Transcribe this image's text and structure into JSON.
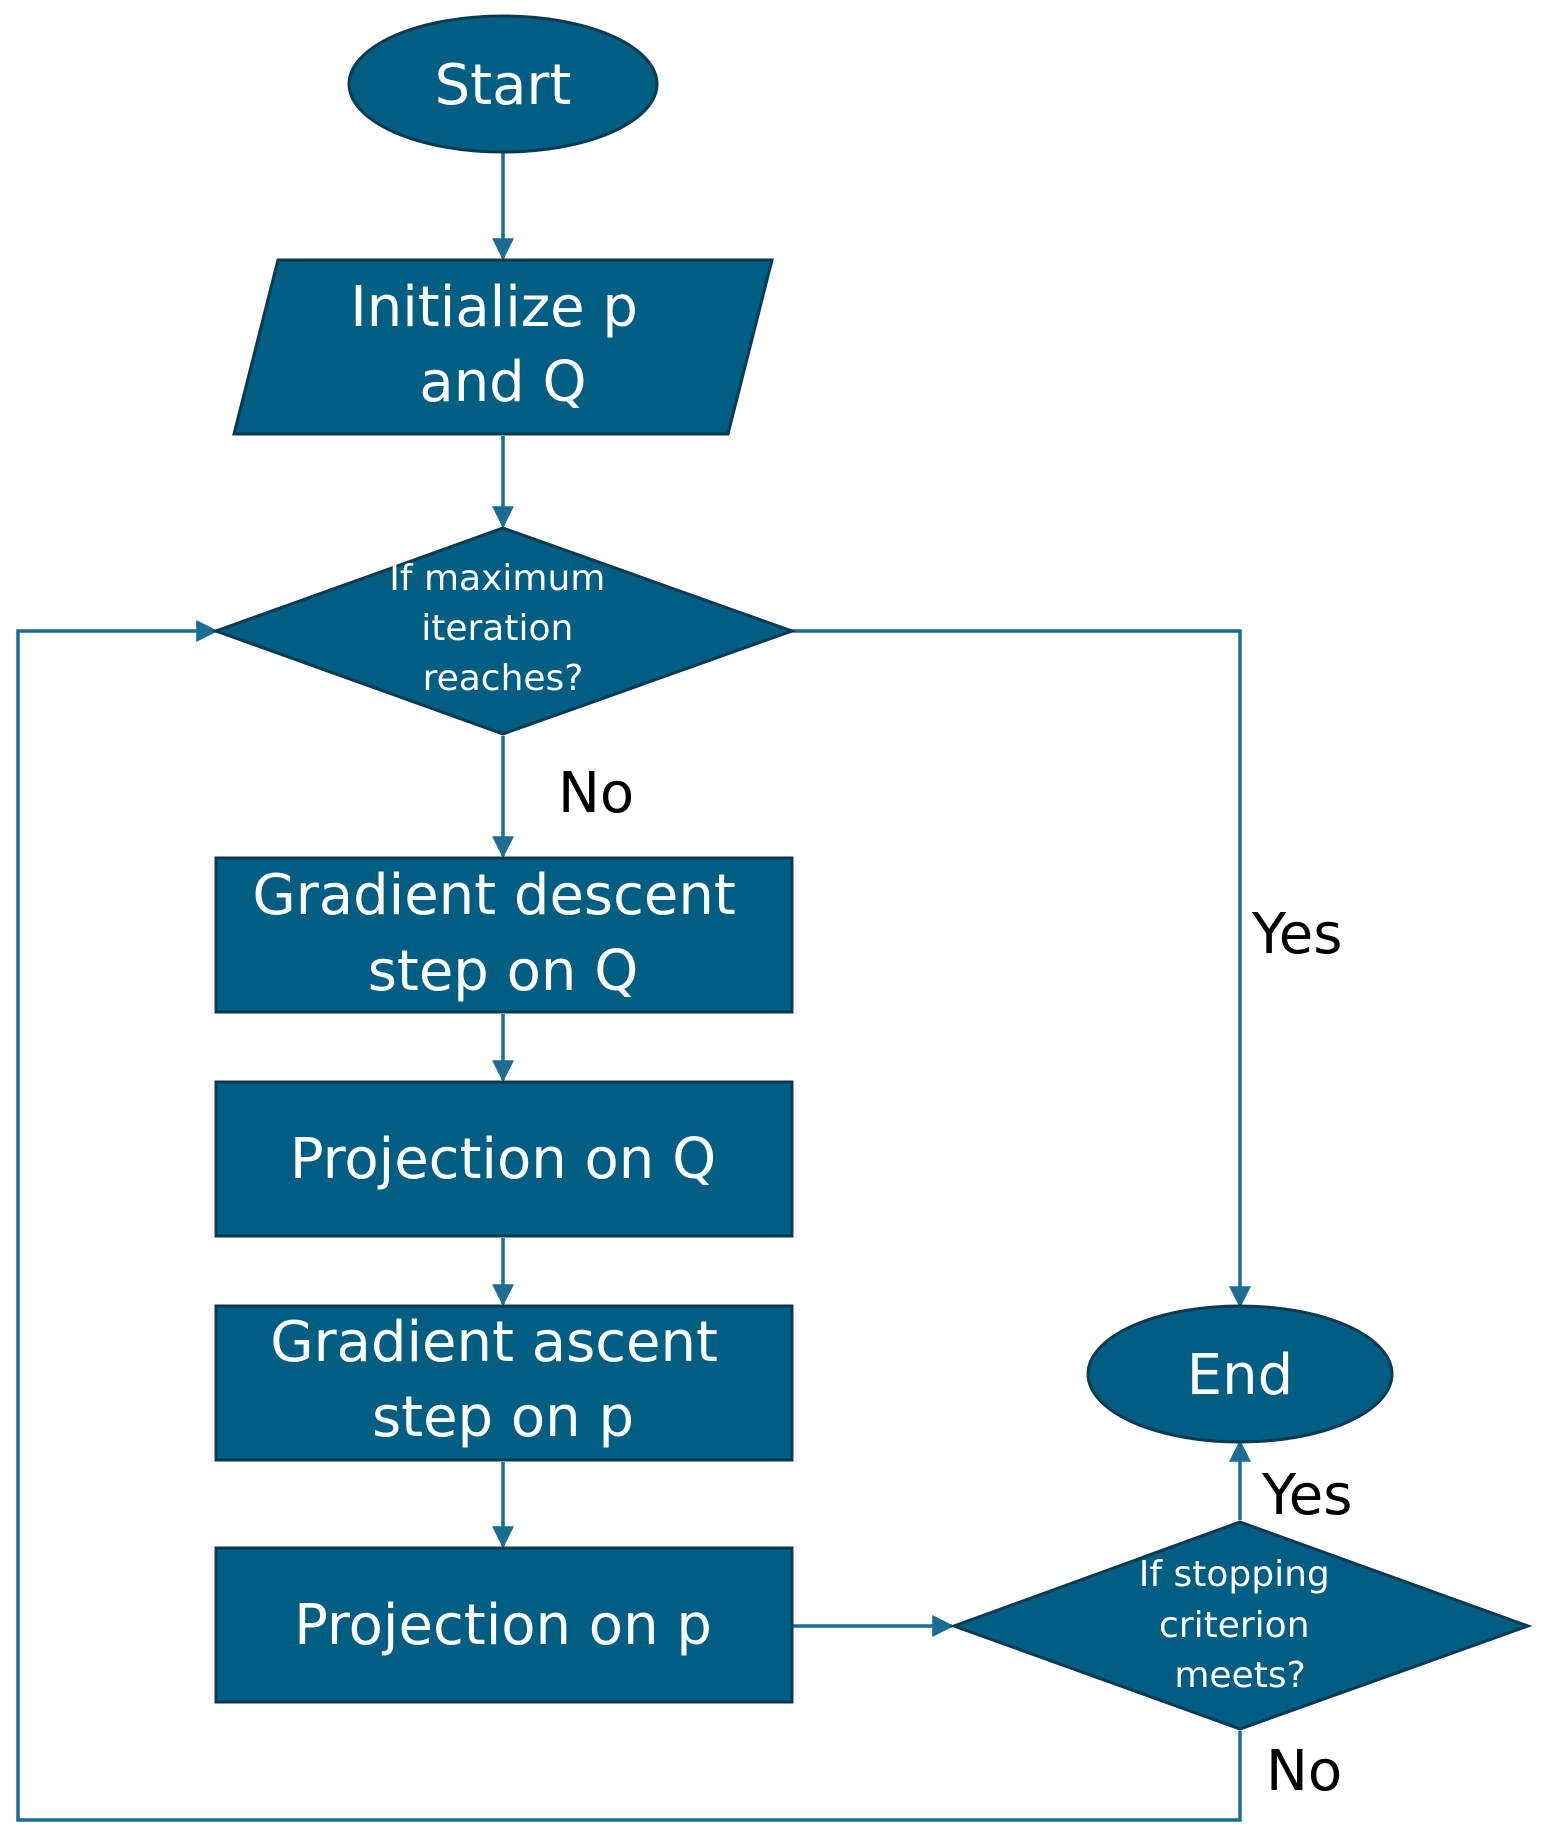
{
  "colors": {
    "node_fill": "#005e83",
    "edge": "#1a6c93"
  },
  "nodes": {
    "start": {
      "lines": [
        "Start"
      ]
    },
    "initialize": {
      "lines": [
        "Initialize p",
        "and Q"
      ]
    },
    "max_iter_decision": {
      "lines": [
        "If maximum",
        "iteration",
        "reaches?"
      ]
    },
    "grad_descent": {
      "lines": [
        "Gradient descent",
        "step on Q"
      ]
    },
    "proj_q": {
      "lines": [
        "Projection on Q"
      ]
    },
    "grad_ascent": {
      "lines": [
        "Gradient ascent",
        "step on p"
      ]
    },
    "proj_p": {
      "lines": [
        "Projection on p"
      ]
    },
    "stop_decision": {
      "lines": [
        "If stopping",
        "criterion",
        "meets?"
      ]
    },
    "end": {
      "lines": [
        "End"
      ]
    }
  },
  "edge_labels": {
    "max_iter_no": "No",
    "max_iter_yes": "Yes",
    "stop_yes": "Yes",
    "stop_no": "No"
  }
}
